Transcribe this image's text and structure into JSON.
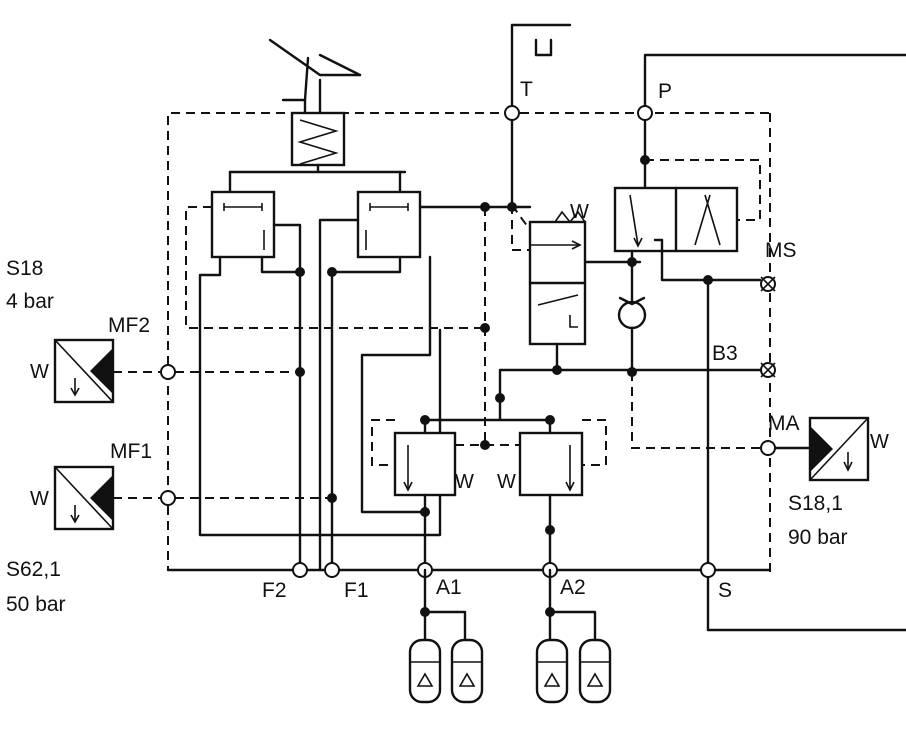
{
  "labels": {
    "T": "T",
    "P": "P",
    "MS": "MS",
    "B3": "B3",
    "MA": "MA",
    "MF2": "MF2",
    "MF1": "MF1",
    "F2": "F2",
    "F1": "F1",
    "A1": "A1",
    "A2": "A2",
    "S": "S",
    "left_top_id": "S18",
    "left_top_pressure": "4 bar",
    "left_bottom_id": "S62,1",
    "left_bottom_pressure": "50 bar",
    "right_id": "S18,1",
    "right_pressure": "90 bar"
  }
}
